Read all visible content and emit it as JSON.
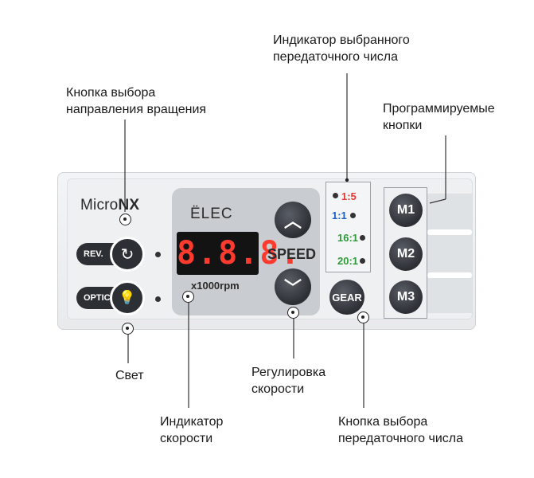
{
  "callouts": {
    "ratio_indicator": [
      "Индикатор выбранного",
      "передаточного числа"
    ],
    "direction_button": [
      "Кнопка выбора",
      "направления вращения"
    ],
    "programmable": [
      "Программируемые",
      "кнопки"
    ],
    "light": [
      "Свет"
    ],
    "speed_adjust": [
      "Регулировка",
      "скорости"
    ],
    "speed_indicator": [
      "Индикатор",
      "скорости"
    ],
    "gear_button": [
      "Кнопка выбора",
      "передаточного числа"
    ]
  },
  "device": {
    "logo_light": "Micro",
    "logo_bold": "NX",
    "brand": "ËLEC",
    "display_value": "8.8.8.",
    "rpm_label": "x1000rpm",
    "speed_label": "SPEED",
    "rev_label": "REV.",
    "optic_label": "OPTIC",
    "gear_label": "GEAR",
    "m_buttons": [
      "M1",
      "M2",
      "M3"
    ],
    "ratios": [
      {
        "label": "1:5",
        "color": "#e53935"
      },
      {
        "label": "1:1",
        "color": "#1e5fc8"
      },
      {
        "label": "16:1",
        "color": "#2e9a3a"
      },
      {
        "label": "20:1",
        "color": "#2e9a3a"
      }
    ],
    "icons": {
      "rev": "↻",
      "optic": "💡",
      "up": "︿",
      "down": "﹀"
    }
  }
}
